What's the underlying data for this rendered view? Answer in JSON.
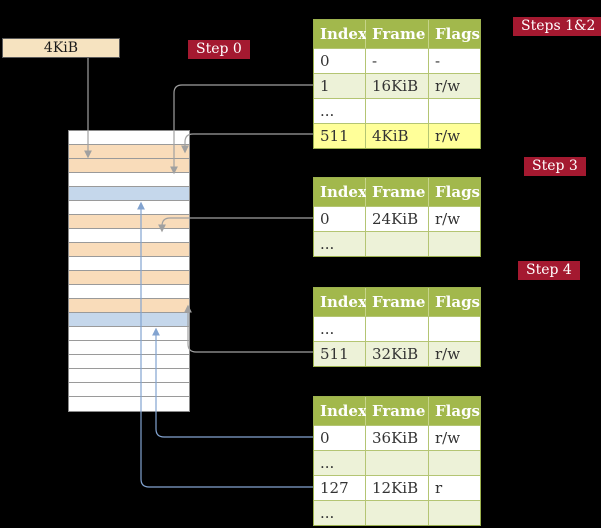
{
  "colors": {
    "background": "#000000",
    "step_label_bg": "#a41930",
    "step_label_text": "#ffffff",
    "table_header_bg": "#a2b84c",
    "table_border": "#b4c573",
    "row_alt_green": "#edf2d8",
    "row_highlight_yellow": "#ffff99",
    "memory_pagetable_peach": "#f9dcba",
    "memory_datapage_blue": "#c5d7eb",
    "root_box_bg": "#f6e3c0",
    "arrow_gray": "#a0a0a0",
    "arrow_blue": "#82a3d0"
  },
  "root_pointer": {
    "label": "4KiB"
  },
  "steps": {
    "step0": {
      "label": "Step 0"
    },
    "steps12": {
      "label": "Steps 1&2"
    },
    "step3": {
      "label": "Step 3"
    },
    "step4": {
      "label": "Step 4"
    }
  },
  "tables": [
    {
      "name": "page-table-steps-1-2",
      "headers": [
        "Index",
        "Frame",
        "Flags"
      ],
      "rows": [
        {
          "index": "0",
          "frame": "-",
          "flags": "-"
        },
        {
          "index": "1",
          "frame": "16KiB",
          "flags": "r/w"
        },
        {
          "index": "...",
          "frame": "",
          "flags": ""
        },
        {
          "index": "511",
          "frame": "4KiB",
          "flags": "r/w"
        }
      ]
    },
    {
      "name": "page-table-step-3",
      "headers": [
        "Index",
        "Frame",
        "Flags"
      ],
      "rows": [
        {
          "index": "0",
          "frame": "24KiB",
          "flags": "r/w"
        },
        {
          "index": "...",
          "frame": "",
          "flags": ""
        }
      ]
    },
    {
      "name": "page-table-step-4",
      "headers": [
        "Index",
        "Frame",
        "Flags"
      ],
      "rows": [
        {
          "index": "...",
          "frame": "",
          "flags": ""
        },
        {
          "index": "511",
          "frame": "32KiB",
          "flags": "r/w"
        }
      ]
    },
    {
      "name": "page-table-final",
      "headers": [
        "Index",
        "Frame",
        "Flags"
      ],
      "rows": [
        {
          "index": "0",
          "frame": "36KiB",
          "flags": "r/w"
        },
        {
          "index": "...",
          "frame": "",
          "flags": ""
        },
        {
          "index": "127",
          "frame": "12KiB",
          "flags": "r"
        },
        {
          "index": "...",
          "frame": "",
          "flags": ""
        }
      ]
    }
  ],
  "memory": {
    "rows": [
      "white",
      "peach",
      "peach",
      "white",
      "blue",
      "white",
      "peach",
      "white",
      "peach",
      "white",
      "peach",
      "white",
      "peach",
      "blue",
      "white",
      "white",
      "white",
      "white",
      "white",
      "white"
    ]
  }
}
